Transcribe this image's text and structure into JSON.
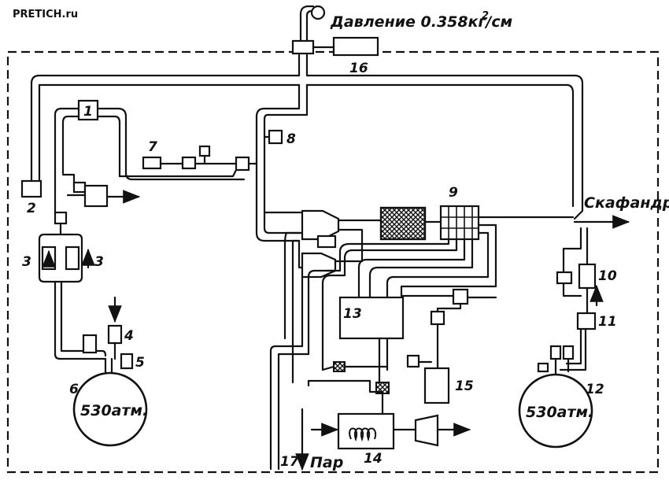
{
  "watermark": "PRETICH.ru",
  "pressure_label": "Давление 0.358кг/см",
  "pressure_exp": "2",
  "outlet_label": "Скафандр",
  "steam_label": "Пар",
  "tank_left_pressure": "530атм.",
  "tank_right_pressure": "530атм.",
  "numbers": {
    "n1": "1",
    "n2": "2",
    "n3a": "3",
    "n3b": "3",
    "n4": "4",
    "n5": "5",
    "n6": "6",
    "n7": "7",
    "n8": "8",
    "n9": "9",
    "n10": "10",
    "n11": "11",
    "n12": "12",
    "n13": "13",
    "n14": "14",
    "n15": "15",
    "n16": "16",
    "n17": "17"
  }
}
